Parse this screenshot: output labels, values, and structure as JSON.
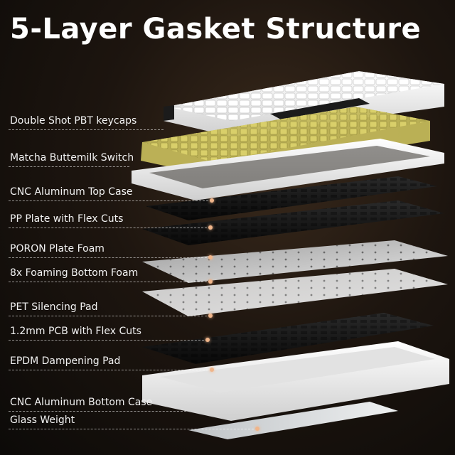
{
  "title": "5-Layer Gasket Structure",
  "layers": [
    {
      "label": "Double Shot PBT keycaps"
    },
    {
      "label": "Matcha Buttemilk Switch"
    },
    {
      "label": "CNC Aluminum Top Case"
    },
    {
      "label": "PP Plate with Flex Cuts"
    },
    {
      "label": "PORON Plate Foam"
    },
    {
      "label": "8x Foaming Bottom Foam"
    },
    {
      "label": "PET Silencing Pad"
    },
    {
      "label": "1.2mm PCB with Flex Cuts"
    },
    {
      "label": "EPDM Dampening Pad"
    },
    {
      "label": "CNC Aluminum Bottom Case"
    },
    {
      "label": "Glass Weight"
    }
  ],
  "colors": {
    "keycaps": "#f4f4f4",
    "switch": "#d8cf7a",
    "top_case": "#f7f7f7",
    "plate": "#1a1a1a",
    "foam": "#cfcfcf",
    "pcb": "#111111",
    "bottom_case": "#f2f2f2",
    "marker": "#f0b58a"
  }
}
